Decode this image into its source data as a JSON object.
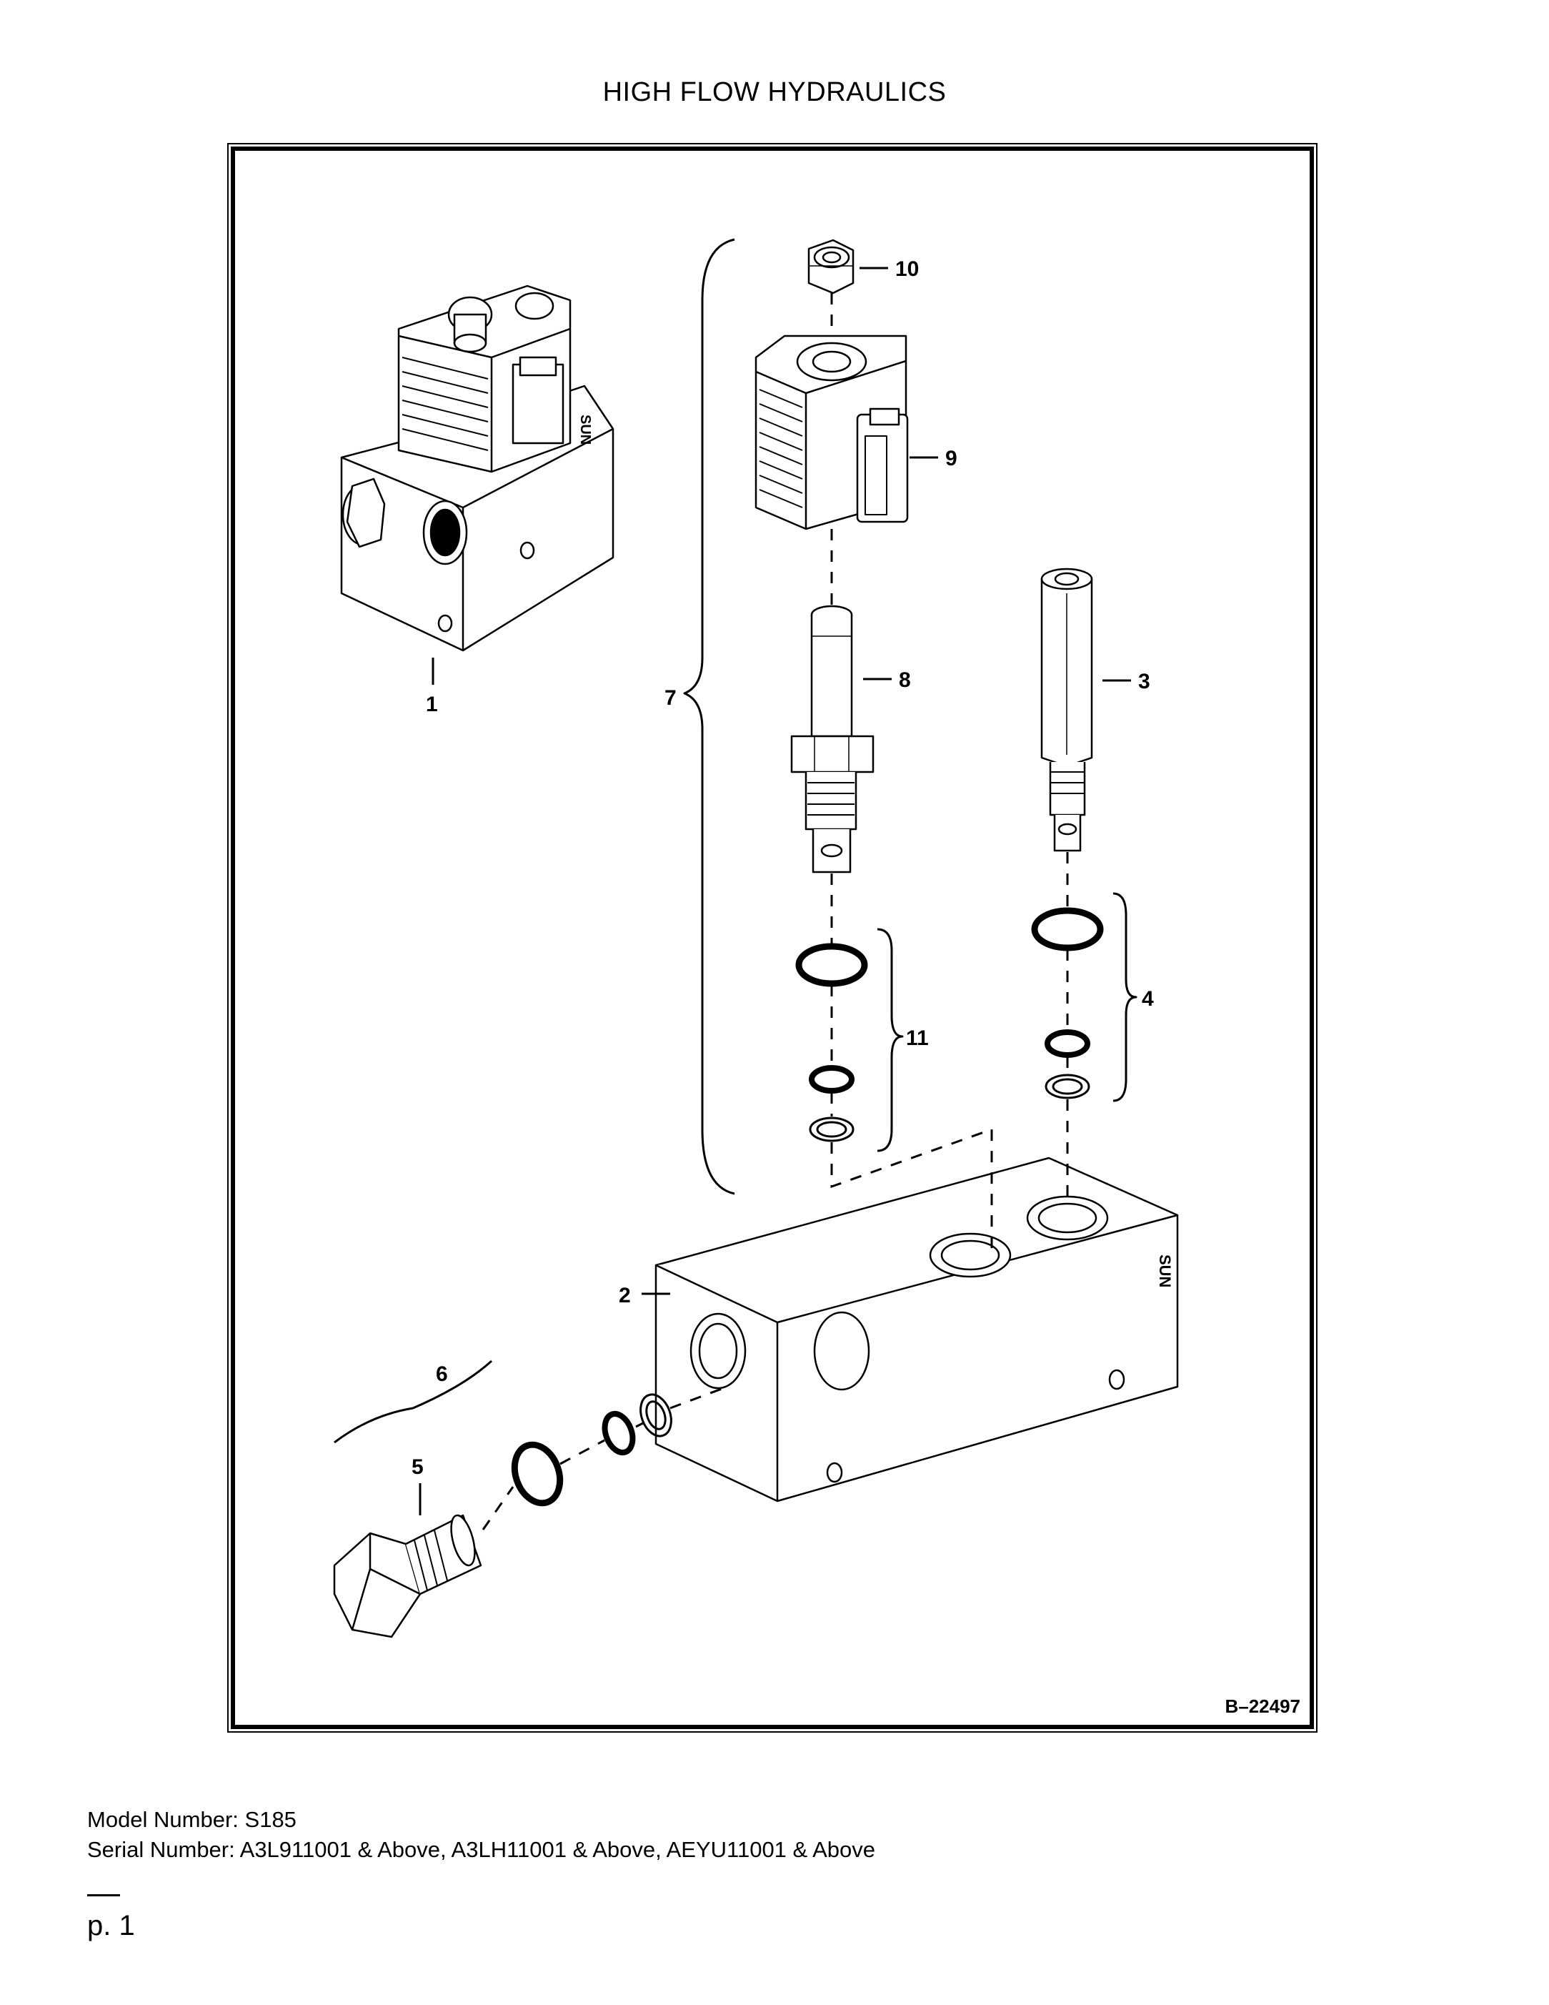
{
  "page_title": "HIGH FLOW HYDRAULICS",
  "figure": {
    "drawing_number": "B–22497",
    "callouts": {
      "c1": "1",
      "c2": "2",
      "c3": "3",
      "c4": "4",
      "c5": "5",
      "c6": "6",
      "c7": "7",
      "c8": "8",
      "c9": "9",
      "c10": "10",
      "c11": "11"
    }
  },
  "footer": {
    "model": "Model Number: S185",
    "serial": "Serial Number: A3L911001 & Above, A3LH11001 & Above, AEYU11001 & Above"
  },
  "page_number": "p. 1"
}
